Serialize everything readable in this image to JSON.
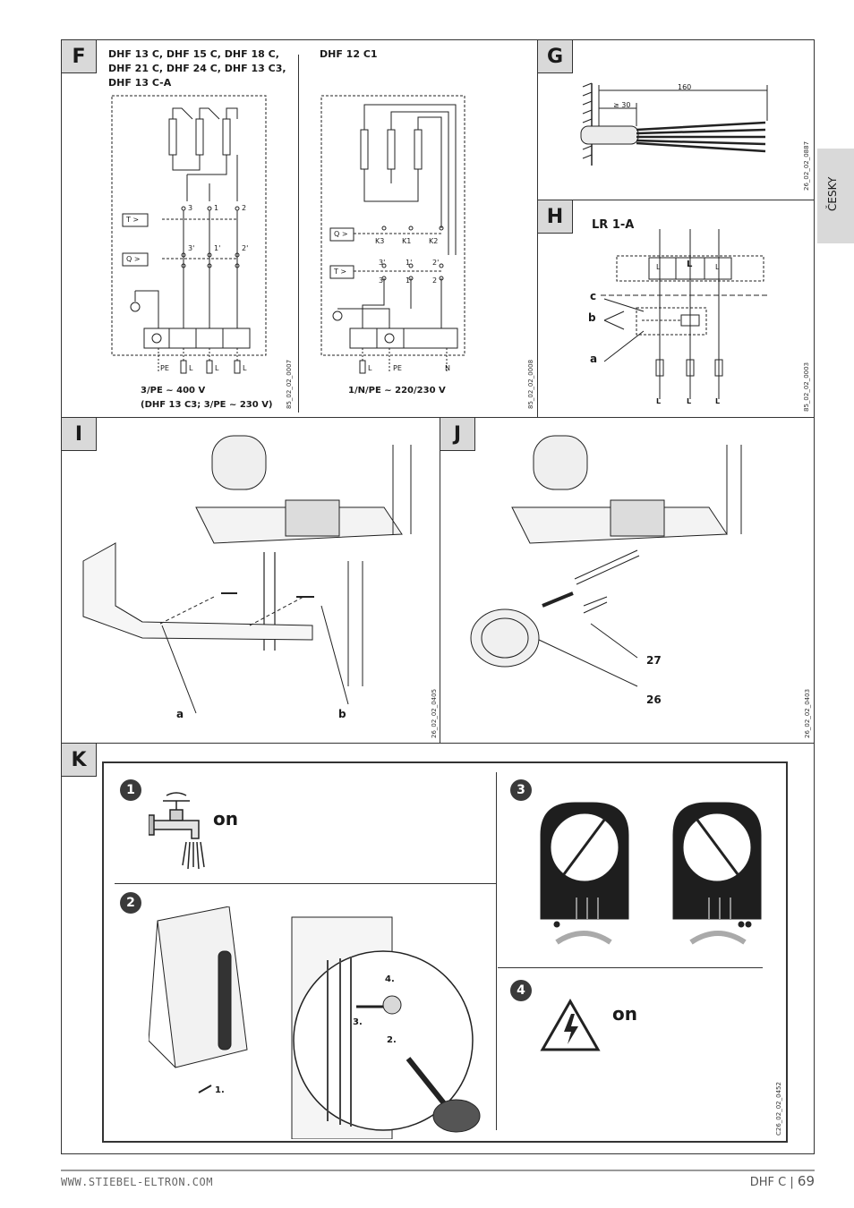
{
  "side_tab": {
    "label": "ČESKY"
  },
  "panel_f": {
    "letter": "F",
    "models_3ph": "DHF 13 C, DHF 15 C, DHF 18 C,\nDHF 21 C, DHF 24 C, DHF 13 C3,\nDHF 13 C-A",
    "models_1ph": "DHF 12 C1",
    "voltage_3ph": "3/PE ~ 400 V\n(DHF 13 C3; 3/PE ~ 230 V)",
    "voltage_1ph": "1/N/PE ~ 220/230 V",
    "code_left": "85_02_02_0007",
    "code_right": "85_02_02_0008",
    "terminals_3ph": [
      "PE",
      "L",
      "L",
      "L"
    ],
    "terminals_1ph": [
      "L",
      "PE",
      "N"
    ],
    "contacts_3ph": [
      "3",
      "1",
      "2",
      "3'",
      "1'",
      "2'"
    ],
    "contacts_1ph": [
      "K3",
      "K1",
      "K2",
      "3'",
      "1'",
      "2'",
      "3",
      "1",
      "2"
    ],
    "sym_t": "T >",
    "sym_q": "Q >"
  },
  "panel_g": {
    "letter": "G",
    "dim_total": "160",
    "dim_strip": "≥ 30",
    "code": "26_02_02_0887"
  },
  "panel_h": {
    "letter": "H",
    "title": "LR 1-A",
    "labels": [
      "c",
      "b",
      "a"
    ],
    "phases": [
      "L",
      "L",
      "L"
    ],
    "code": "85_02_02_0003"
  },
  "panel_i": {
    "letter": "I",
    "labels": [
      "a",
      "b"
    ],
    "code": "26_02_02_0405"
  },
  "panel_j": {
    "letter": "J",
    "labels": [
      "27",
      "26"
    ],
    "code": "26_02_02_0403"
  },
  "panel_k": {
    "letter": "K",
    "steps": [
      "1",
      "2",
      "3",
      "4"
    ],
    "on_label_1": "on",
    "on_label_4": "on",
    "sub_steps": [
      "1.",
      "2.",
      "3.",
      "4."
    ],
    "code": "C26_02_02_0452"
  },
  "footer": {
    "url": "WWW.STIEBEL-ELTRON.COM",
    "product": "DHF C",
    "page": "69"
  }
}
